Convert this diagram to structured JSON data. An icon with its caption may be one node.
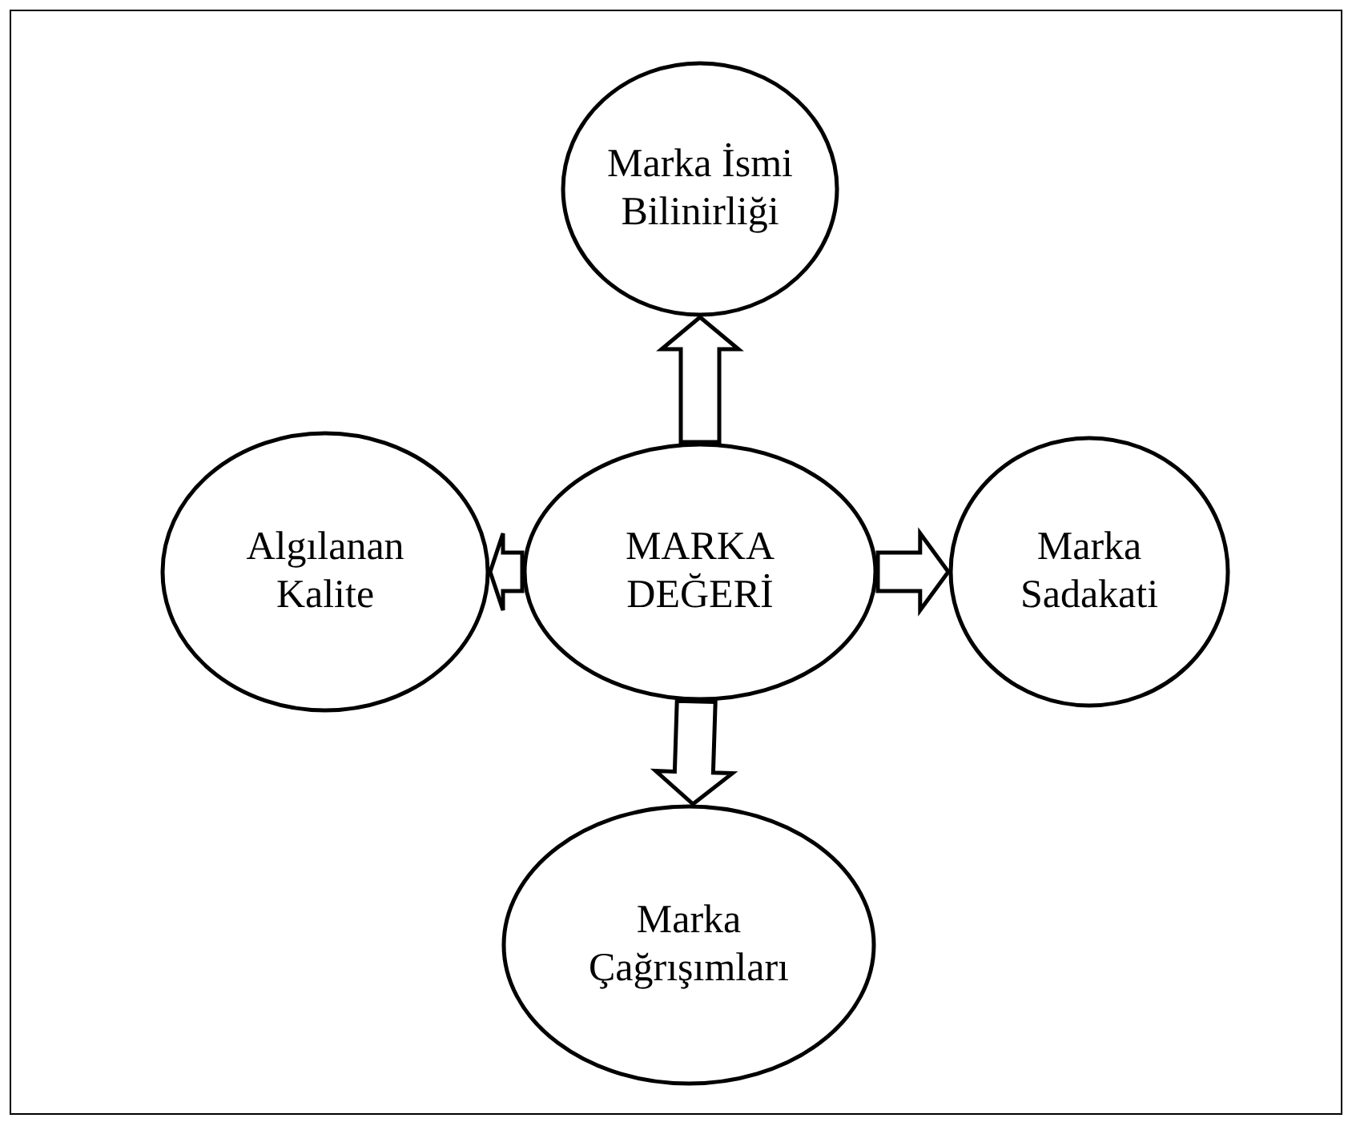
{
  "diagram": {
    "nodes": [
      {
        "text": [
          "MARKA DEĞERİ"
        ]
      },
      {
        "text": [
          "Marka İsmi Bilinirliği"
        ]
      },
      {
        "text": [
          "Algılanan Kalite"
        ]
      },
      {
        "text": [
          "Marka Sadakati"
        ]
      },
      {
        "text": [
          "Marka Çağrışımları"
        ]
      }
    ],
    "edges": [
      {
        "from": 0,
        "to": 1,
        "arrow": "to"
      },
      {
        "from": 0,
        "to": 2,
        "arrow": "to"
      },
      {
        "from": 0,
        "to": 3,
        "arrow": "to"
      },
      {
        "from": 0,
        "to": 4,
        "arrow": "to"
      }
    ]
  }
}
